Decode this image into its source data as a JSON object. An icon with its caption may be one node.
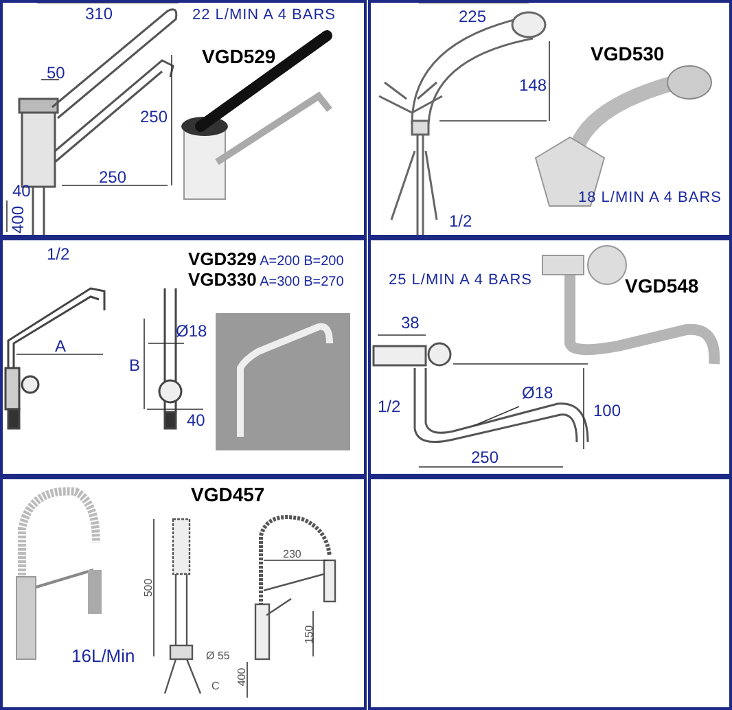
{
  "diagram": {
    "nodes": [
      {
        "text": [
          "22 L/MIN A 4 BARS",
          "VGD529"
        ]
      },
      {
        "text": [
          "VGD530",
          "18 L/MIN A 4 BARS"
        ]
      },
      {
        "text": [
          "**VGD329** A=200 B=200",
          "**VGD330** A=300 B=270"
        ]
      },
      {
        "text": [
          "25 L/MIN A 4 BARS",
          "VGD548"
        ]
      },
      {
        "text": [
          "VGD457",
          "16L/Min"
        ]
      },
      {
        "text": [],
        "shape": "box"
      }
    ],
    "edges": [],
    "labels": [
      "310",
      "50",
      "250",
      "250",
      "40",
      "400",
      "1/2",
      "225",
      "148",
      "1/2",
      "A",
      "Ø18",
      "B",
      "40",
      "38",
      "1/2",
      "Ø18",
      "100",
      "250",
      "500",
      "Ø 55",
      "C",
      "230",
      "150",
      "400"
    ]
  }
}
